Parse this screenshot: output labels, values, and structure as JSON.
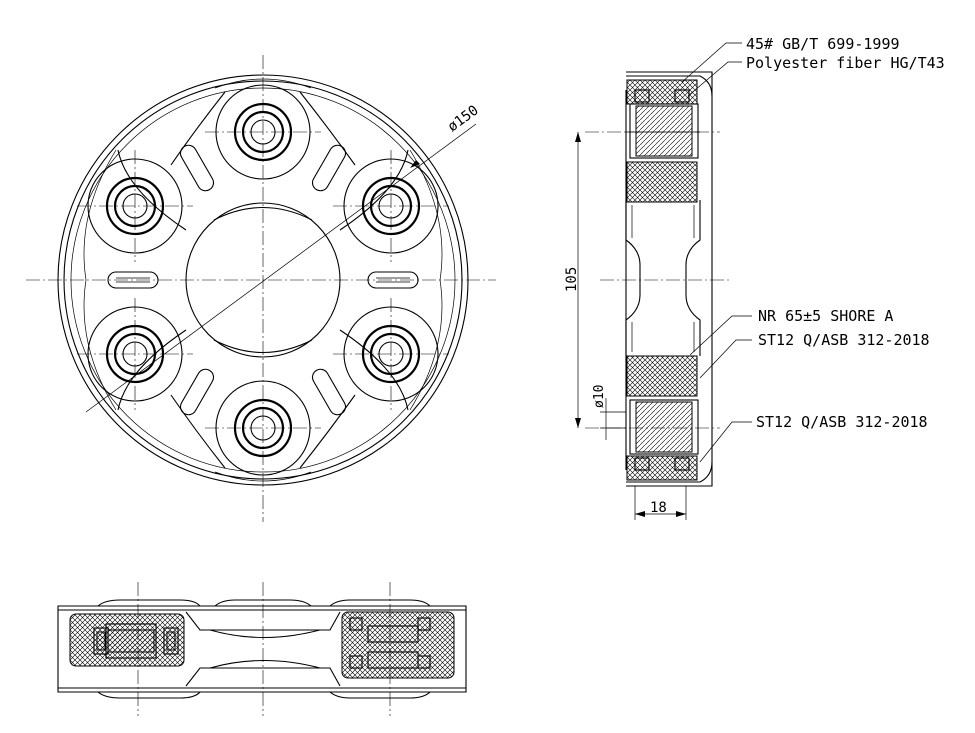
{
  "annotations": {
    "material_1": "45# GB/T 699-1999",
    "material_2": "Polyester fiber HG/T43",
    "material_3": "NR 65±5 SHORE A",
    "material_4": "ST12 Q/ASB 312-2018",
    "material_5": "ST12 Q/ASB 312-2018"
  },
  "dimensions": {
    "outer_diameter": "ø150",
    "height": "105",
    "hole": "ø10",
    "thickness": "18"
  }
}
